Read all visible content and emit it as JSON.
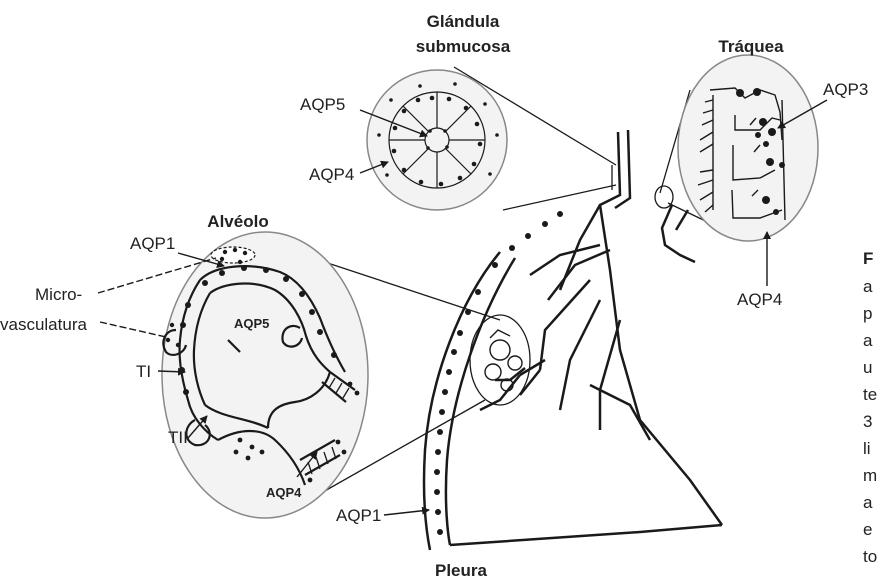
{
  "labels": {
    "glandula_line1": "Glándula",
    "glandula_line2": "submucosa",
    "traquea": "Tráquea",
    "alveolo": "Alvéolo",
    "pleura": "Pleura",
    "aqp5_gland": "AQP5",
    "aqp4_gland": "AQP4",
    "aqp3_trachea": "AQP3",
    "aqp4_trachea": "AQP4",
    "aqp1_alveolo": "AQP1",
    "micro_line1": "Micro-",
    "micro_line2": "vasculatura",
    "ti": "TI",
    "tii": "TII",
    "aqp5_alveolo": "AQP5",
    "aqp4_alveolo": "AQP4",
    "aqp1_pleura": "AQP1"
  },
  "caption": {
    "first_letter": "F",
    "lines": [
      "a",
      "p",
      "a",
      "u",
      "te",
      "3",
      "li",
      "m",
      "a",
      "e",
      "to"
    ]
  },
  "colors": {
    "line": "#1a1a1a",
    "circle_fill": "#f3f3f3",
    "circle_stroke": "#888888",
    "dot": "#1a1a1a"
  }
}
